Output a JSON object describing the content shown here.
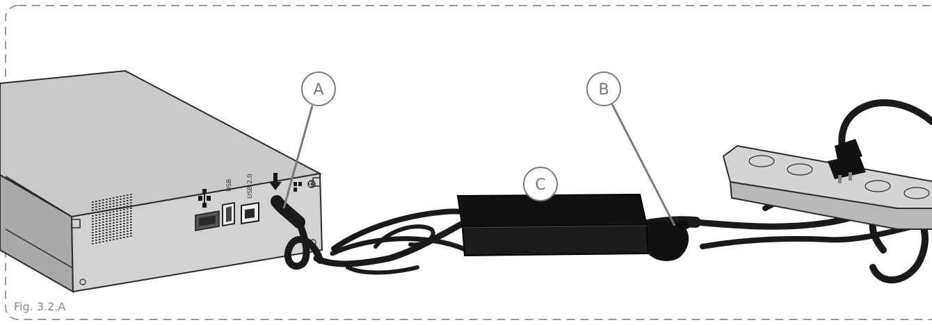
{
  "figure": {
    "caption": "Fig. 3.2.A",
    "frame_color": "#9a9a9a",
    "line_color": "#7a7a7a"
  },
  "callouts": [
    {
      "id": "A",
      "label": "A"
    },
    {
      "id": "B",
      "label": "B"
    },
    {
      "id": "C",
      "label": "C"
    }
  ],
  "ports": {
    "usb_label": "USB",
    "usb2_label": "USB 2.0"
  },
  "colors": {
    "drive_top": "#c8c8c8",
    "drive_side": "#a8a8a8",
    "drive_front": "#d2d2d2",
    "cable": "#1a1a1a",
    "adapter": "#111111",
    "power_strip": "#d4d4d4"
  },
  "icons": [
    "ethernet-icon",
    "usb-port-icon",
    "usb-b-port-icon",
    "power-arrow-icon",
    "ground-icon"
  ]
}
